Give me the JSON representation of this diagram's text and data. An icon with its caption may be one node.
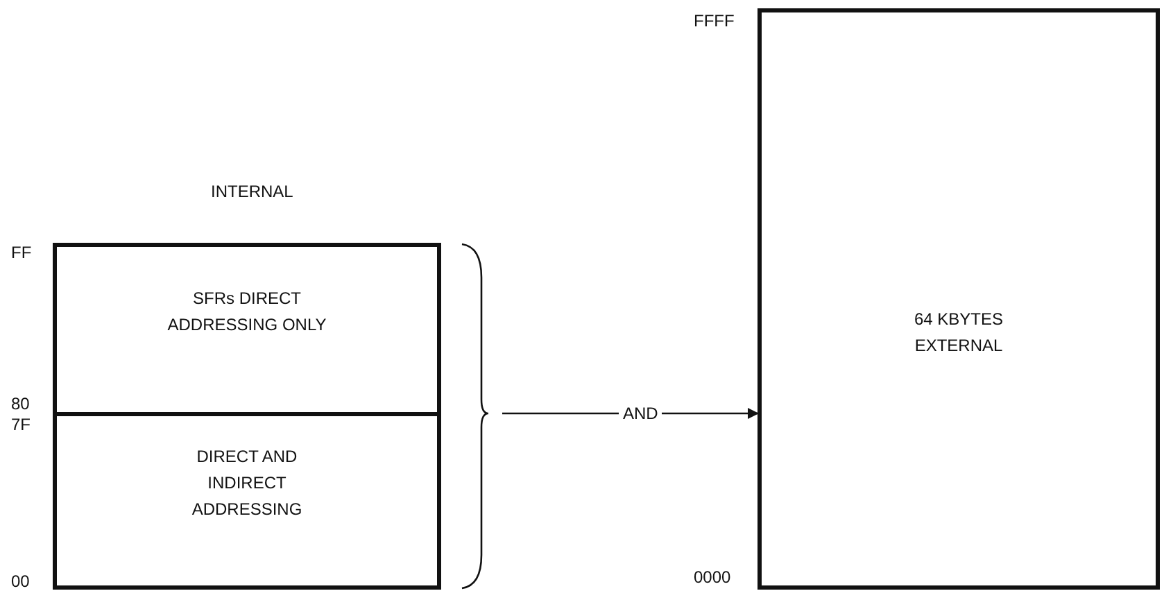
{
  "diagram": {
    "nodes": [
      {
        "text": [
          "SFRs DIRECT ADDRESSING ONLY"
        ]
      },
      {
        "text": [
          "DIRECT AND INDIRECT ADDRESSING"
        ]
      },
      {
        "text": [
          "64 KBYTES EXTERNAL"
        ]
      }
    ],
    "edges": [
      {
        "from": null,
        "to": 2,
        "arrow": "to",
        "label": "AND"
      }
    ],
    "labels": [
      "FFFF",
      "INTERNAL",
      "FF",
      "80",
      "7F",
      "00",
      "0000"
    ]
  }
}
